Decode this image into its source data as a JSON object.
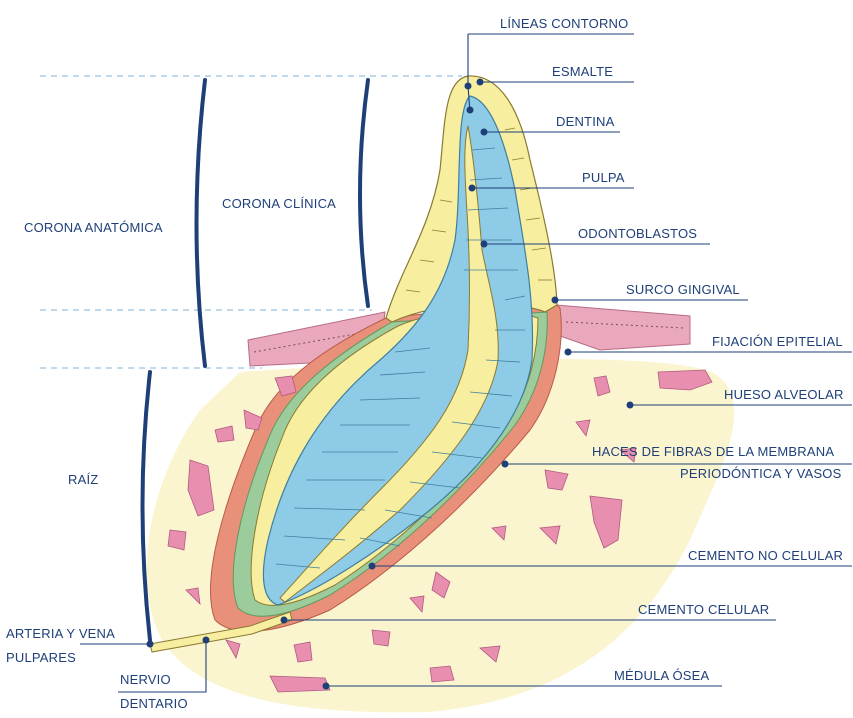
{
  "labels": {
    "lineas_contorno": "LÍNEAS CONTORNO",
    "esmalte": "ESMALTE",
    "dentina": "DENTINA",
    "pulpa": "PULPA",
    "odontoblastos": "ODONTOBLASTOS",
    "surco_gingival": "SURCO GINGIVAL",
    "fijacion_epitelial": "FIJACIÓN EPITELIAL",
    "hueso_alveolar": "HUESO ALVEOLAR",
    "haces_line1": "HACES DE FIBRAS DE LA MEMBRANA",
    "haces_line2": "PERIODÓNTICA Y VASOS",
    "cemento_no_celular": "CEMENTO NO CELULAR",
    "cemento_celular": "CEMENTO CELULAR",
    "medula_osea": "MÉDULA ÓSEA",
    "corona_anatomica": "CORONA ANATÓMICA",
    "corona_clinica": "CORONA CLÍNICA",
    "raiz": "RAÍZ",
    "arteria_line1": "ARTERIA Y VENA",
    "arteria_line2": "PULPARES",
    "nervio_line1": "NERVIO",
    "nervio_line2": "DENTARIO"
  },
  "colors": {
    "enamel": "#f7eea0",
    "pulp": "#8ecbe6",
    "dentin": "#f7eea0",
    "periodontal": "#e8907a",
    "cementum": "#9ccc9c",
    "bone": "#fbf5cf",
    "gingiva": "#eaa8bc",
    "marrow": "#e88fb0",
    "label": "#1e3f78"
  }
}
